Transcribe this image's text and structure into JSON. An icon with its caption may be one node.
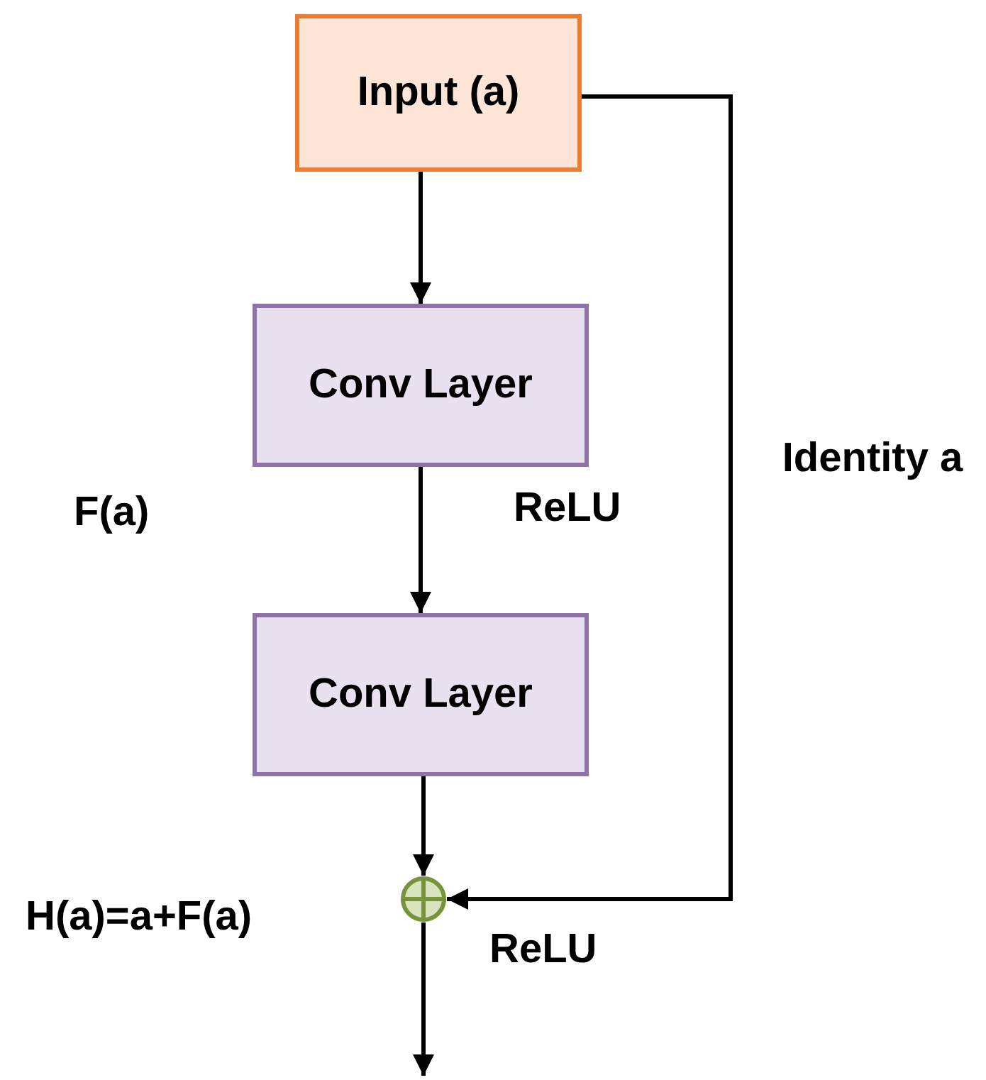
{
  "diagram": {
    "nodes": [
      {
        "text": [
          "Input (a)"
        ]
      },
      {
        "text": [
          "Conv Layer"
        ]
      },
      {
        "text": [
          "Conv Layer"
        ]
      },
      {
        "text": [],
        "shape": "circle"
      }
    ],
    "edges": [
      {
        "from": 0,
        "to": 1,
        "arrow": "to"
      },
      {
        "from": 1,
        "to": 2,
        "arrow": "to"
      },
      {
        "from": 2,
        "to": 3,
        "arrow": "to"
      },
      {
        "from": 0,
        "to": 3,
        "arrow": "to",
        "label": "Identity a"
      },
      {
        "from": 3,
        "to": null,
        "arrow": "to"
      }
    ],
    "labels": [
      "ReLU",
      "F(a)",
      "H(a)=a+F(a)",
      "ReLU"
    ]
  }
}
